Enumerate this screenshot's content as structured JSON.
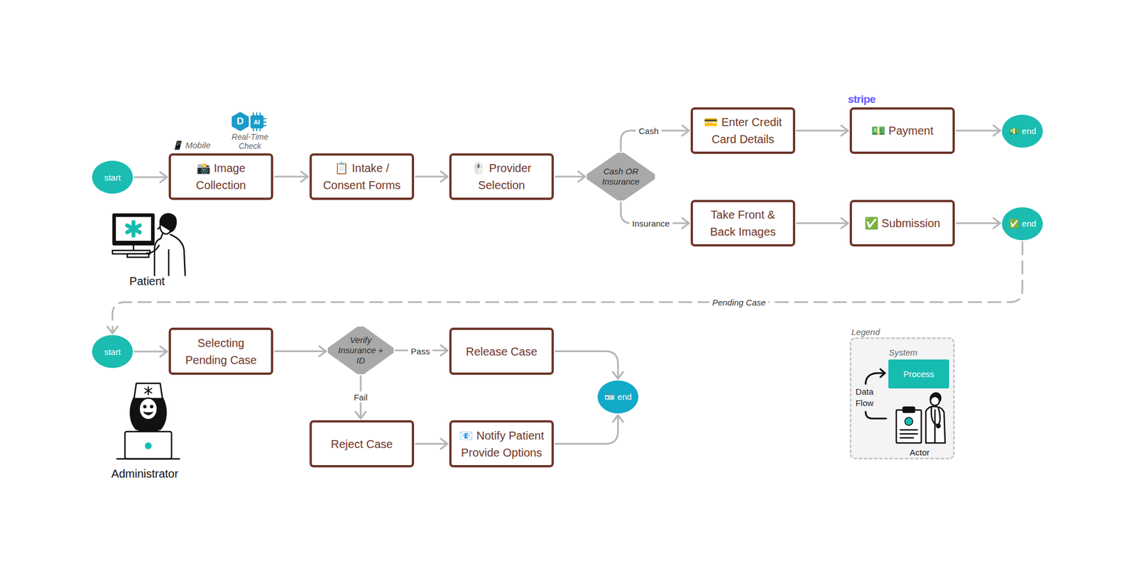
{
  "diagram": {
    "nodes": [
      {
        "text": [
          "start"
        ]
      },
      {
        "text": [
          "📸 Image Collection"
        ]
      },
      {
        "text": [
          "📋 Intake / Consent Forms"
        ]
      },
      {
        "text": [
          "🖱️ Provider Selection"
        ]
      },
      {
        "text": [
          "Cash OR Insurance"
        ]
      },
      {
        "text": [
          "💳 Enter Credit Card Details"
        ]
      },
      {
        "text": [
          "💵 Payment"
        ]
      },
      {
        "text": [
          "💵 end"
        ]
      },
      {
        "text": [
          "Take Front & Back Images"
        ]
      },
      {
        "text": [
          "✅ Submission"
        ]
      },
      {
        "text": [
          "✅ end"
        ]
      },
      {
        "text": [
          "start"
        ]
      },
      {
        "text": [
          "Selecting Pending Case"
        ]
      },
      {
        "text": [
          "Verify Insurance + ID"
        ]
      },
      {
        "text": [
          "Release Case"
        ]
      },
      {
        "text": [
          "🪪 end"
        ]
      },
      {
        "text": [
          "Reject Case"
        ]
      },
      {
        "text": [
          "📧 Notify Patient Provide Options"
        ]
      }
    ],
    "edges": [
      {
        "from": 0,
        "to": 1,
        "arrow": "to"
      },
      {
        "from": 1,
        "to": 2,
        "arrow": "to"
      },
      {
        "from": 2,
        "to": 3,
        "arrow": "to"
      },
      {
        "from": 3,
        "to": 4,
        "arrow": "to"
      },
      {
        "from": 4,
        "to": 5,
        "label": "Cash",
        "arrow": "to"
      },
      {
        "from": 4,
        "to": 8,
        "label": "Insurance",
        "arrow": "to"
      },
      {
        "from": 5,
        "to": 6,
        "arrow": "to"
      },
      {
        "from": 6,
        "to": 7,
        "arrow": "to"
      },
      {
        "from": 8,
        "to": 9,
        "arrow": "to"
      },
      {
        "from": 9,
        "to": 10,
        "arrow": "to"
      },
      {
        "from": 10,
        "to": 11,
        "label": "Pending Case",
        "arrow": "to"
      },
      {
        "from": 11,
        "to": 12,
        "arrow": "to"
      },
      {
        "from": 12,
        "to": 13,
        "arrow": "to"
      },
      {
        "from": 13,
        "to": 14,
        "label": "Pass",
        "arrow": "to"
      },
      {
        "from": 13,
        "to": 16,
        "label": "Fail",
        "arrow": "to"
      },
      {
        "from": 14,
        "to": 15,
        "arrow": "to"
      },
      {
        "from": 16,
        "to": 17,
        "arrow": "to"
      },
      {
        "from": 17,
        "to": 15,
        "arrow": "to"
      }
    ],
    "labels": [
      "📱 Mobile",
      "D",
      "AI",
      "Real-Time Check",
      "stripe",
      "Patient",
      "Administrator",
      "Legend",
      "System"
    ],
    "legend": [
      {
        "text": "Process",
        "color": "#17bcb1"
      },
      {
        "text": "Data Flow"
      },
      {
        "text": "Actor"
      }
    ]
  }
}
